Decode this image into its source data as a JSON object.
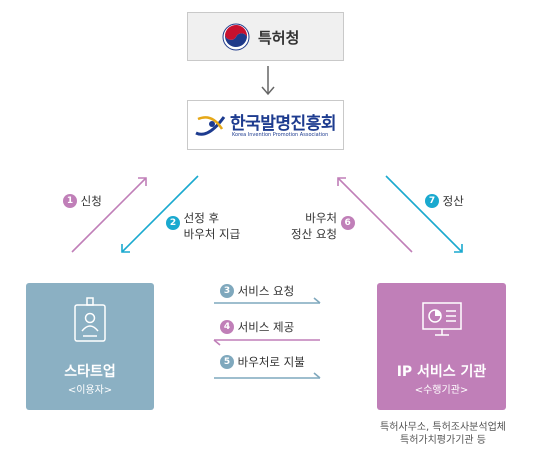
{
  "top": {
    "label": "특허청"
  },
  "kaia": {
    "name_ko": "한국발명진흥회",
    "name_en": "Korea Invention Promotion Association"
  },
  "startup": {
    "title": "스타트업",
    "sub": "<이용자>"
  },
  "ip": {
    "title": "IP 서비스 기관",
    "sub": "<수행기관>",
    "caption": "특허사무소, 특허조사분석업체\n특허가치평가기관 등"
  },
  "steps": [
    {
      "num": "1",
      "label": "신청"
    },
    {
      "num": "2",
      "label": "선정 후\n바우처 지급"
    },
    {
      "num": "3",
      "label": "서비스 요청"
    },
    {
      "num": "4",
      "label": "서비스 제공"
    },
    {
      "num": "5",
      "label": "바우처로 지불"
    },
    {
      "num": "6",
      "label": "바우처\n정산 요청"
    },
    {
      "num": "7",
      "label": "정산"
    }
  ],
  "colors": {
    "pink": "#c07fb8",
    "blue": "#1aa9cf",
    "steel": "#7fa8bd",
    "startup_box": "#8bb0c3",
    "ip_box": "#c07fb8"
  }
}
